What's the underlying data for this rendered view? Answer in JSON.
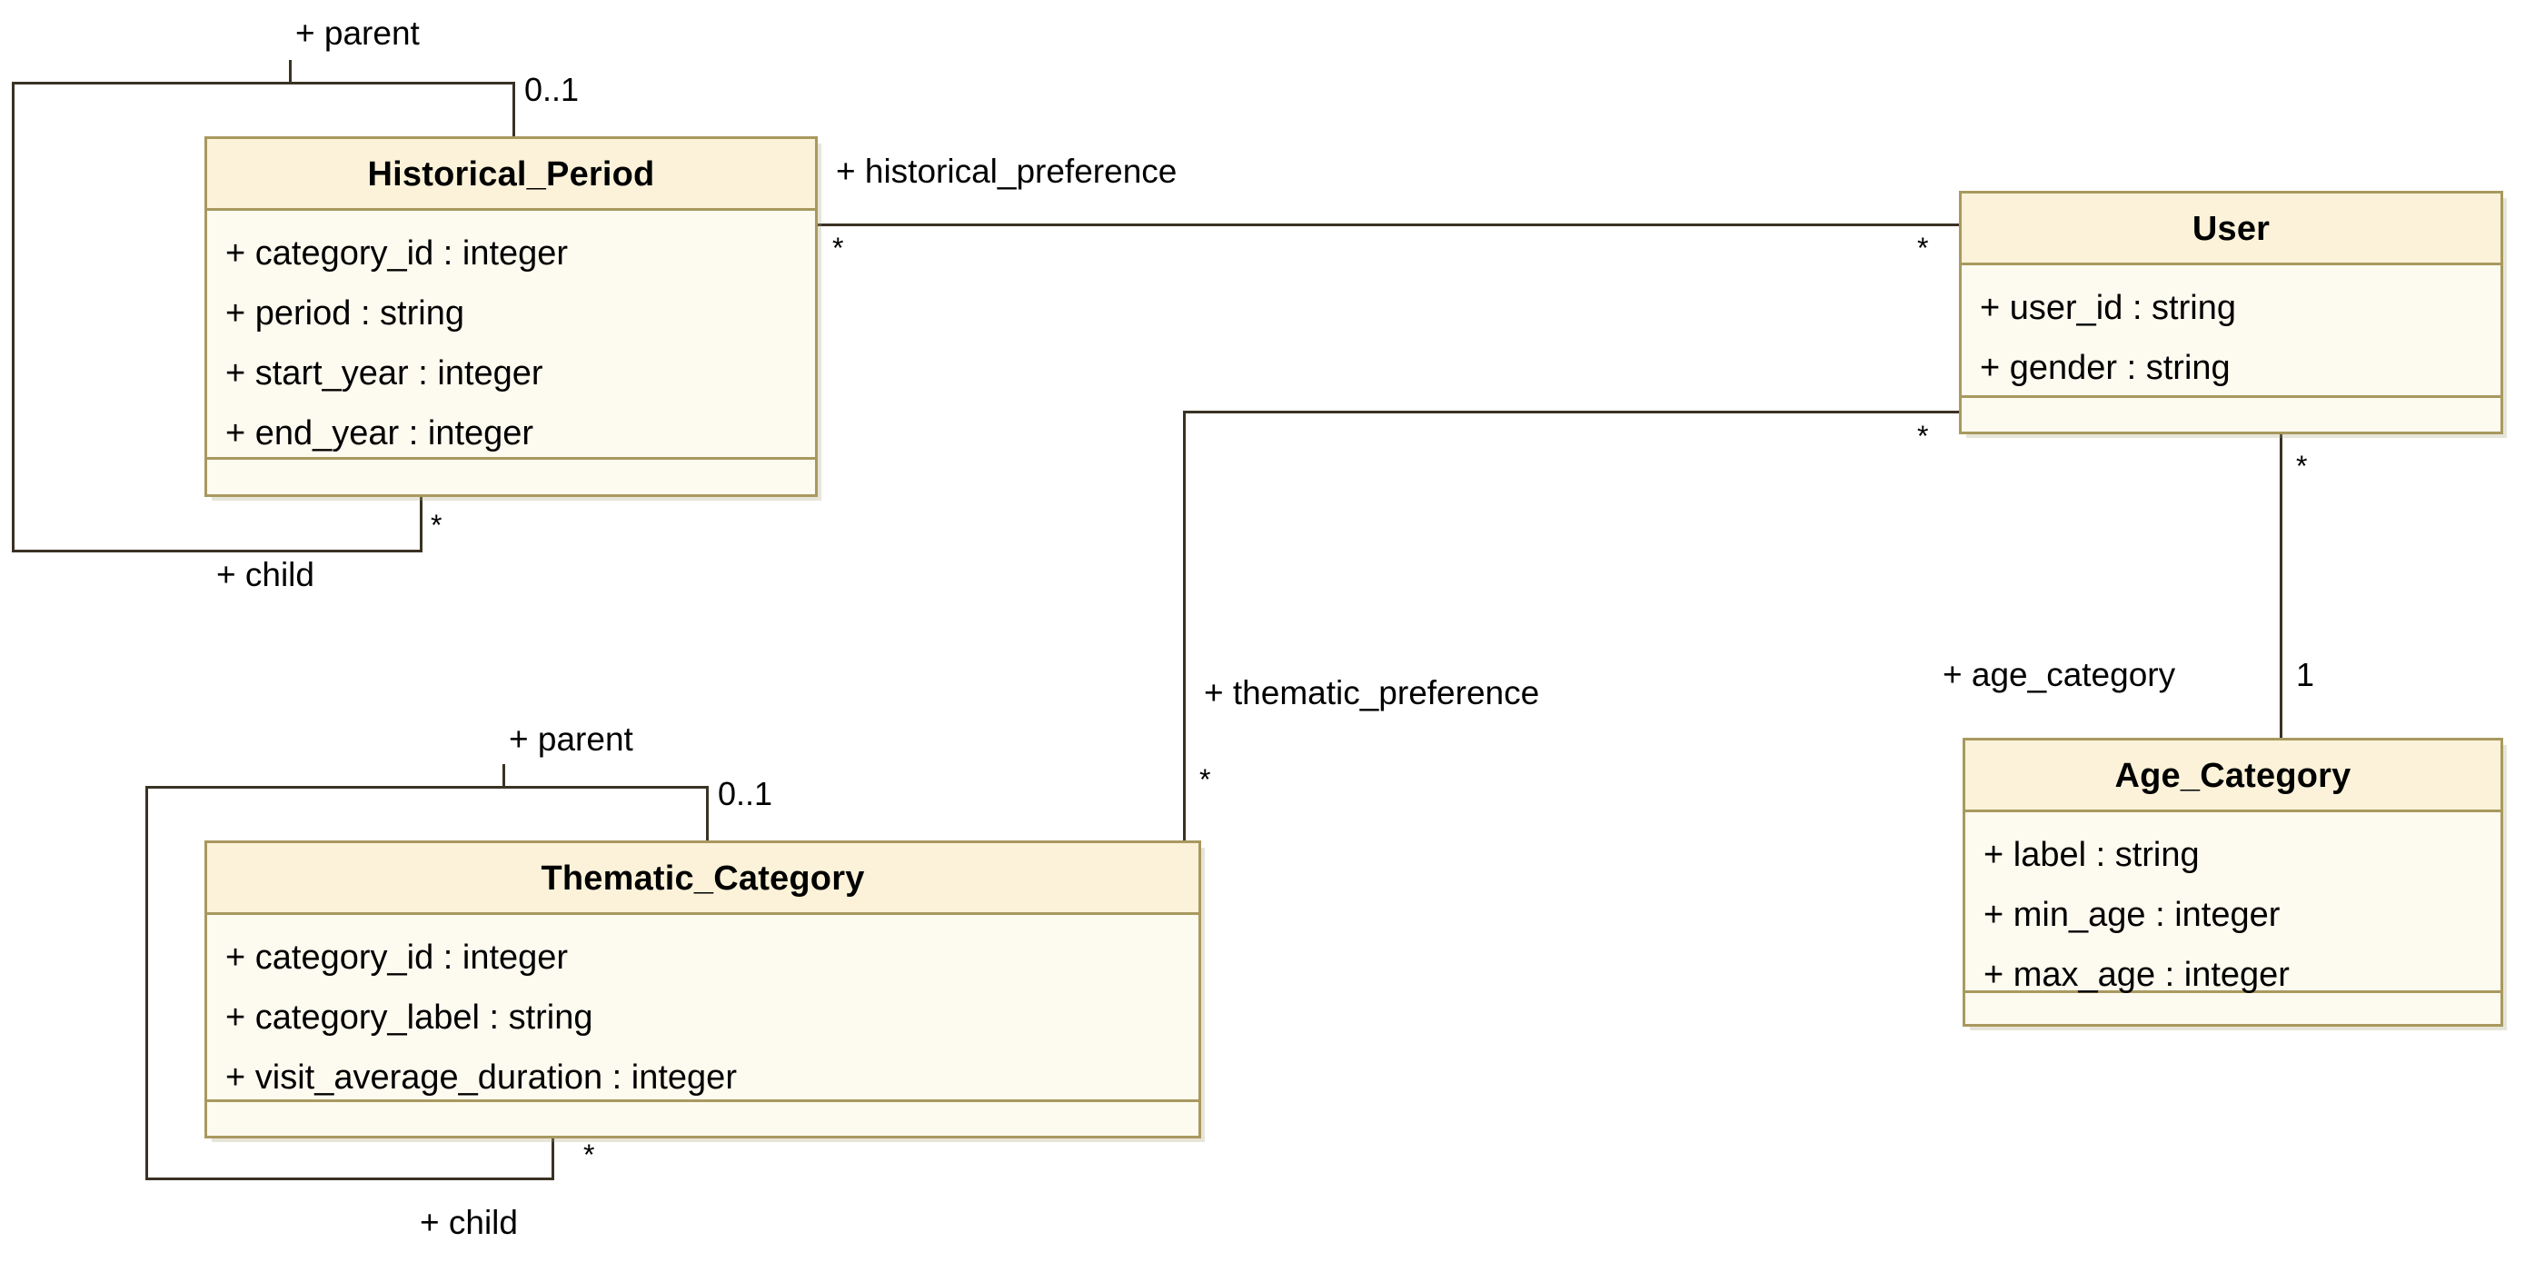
{
  "diagram": {
    "type": "uml-class-diagram",
    "colors": {
      "class_border": "#a8995f",
      "class_title_fill": "#fbf2d9",
      "class_body_fill": "#fdfaef",
      "connector": "#3a3224",
      "text": "#000000",
      "canvas": "#ffffff"
    }
  },
  "classes": {
    "historical_period": {
      "name": "Historical_Period",
      "attributes": [
        "+ category_id : integer",
        "+ period : string",
        "+ start_year : integer",
        "+ end_year : integer"
      ],
      "operations": []
    },
    "thematic_category": {
      "name": "Thematic_Category",
      "attributes": [
        "+ category_id : integer",
        "+ category_label : string",
        "+ visit_average_duration : integer"
      ],
      "operations": []
    },
    "user": {
      "name": "User",
      "attributes": [
        "+ user_id : string",
        "+ gender : string"
      ],
      "operations": []
    },
    "age_category": {
      "name": "Age_Category",
      "attributes": [
        "+ label : string",
        "+ min_age : integer",
        "+ max_age : integer"
      ],
      "operations": []
    }
  },
  "associations": {
    "hp_self": {
      "parent_role": "+ parent",
      "parent_multiplicity": "0..1",
      "child_role": "+ child",
      "child_multiplicity": "*"
    },
    "tc_self": {
      "parent_role": "+ parent",
      "parent_multiplicity": "0..1",
      "child_role": "+ child",
      "child_multiplicity": "*"
    },
    "historical_preference": {
      "role": "+ historical_preference",
      "source_multiplicity": "*",
      "target_multiplicity": "*"
    },
    "thematic_preference": {
      "role": "+ thematic_preference",
      "source_multiplicity": "*",
      "target_multiplicity": "*"
    },
    "age_category_link": {
      "role": "+ age_category",
      "source_multiplicity": "*",
      "target_multiplicity": "1"
    }
  }
}
